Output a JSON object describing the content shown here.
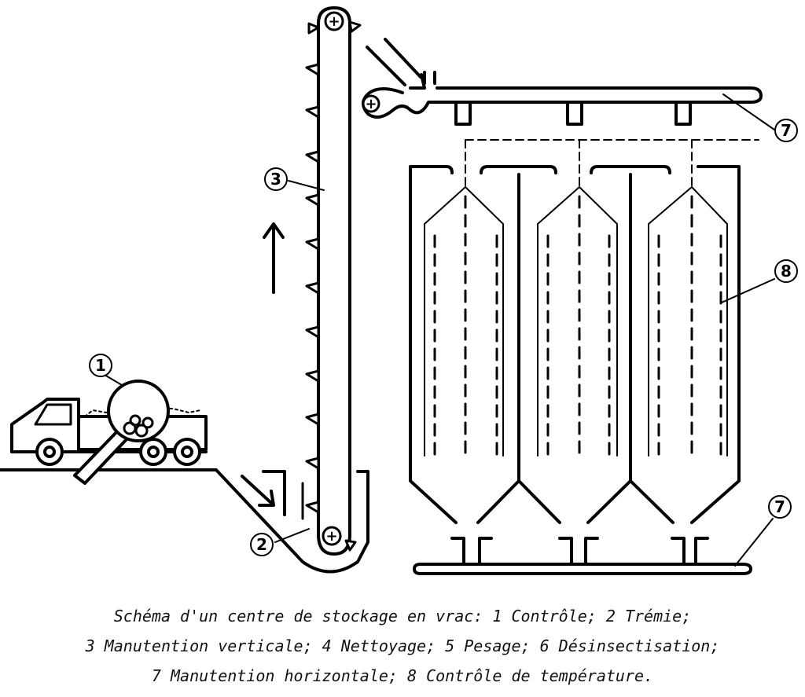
{
  "callouts": {
    "c1": "1",
    "c2": "2",
    "c3": "3",
    "c7_top": "7",
    "c7_bottom": "7",
    "c8": "8"
  },
  "caption": {
    "line1": "Schéma d'un centre de stockage en vrac: 1 Contrôle; 2 Trémie;",
    "line2": "3 Manutention verticale; 4 Nettoyage; 5 Pesage; 6 Désinsectisation;",
    "line3": "7 Manutention horizontale; 8 Contrôle de température."
  }
}
